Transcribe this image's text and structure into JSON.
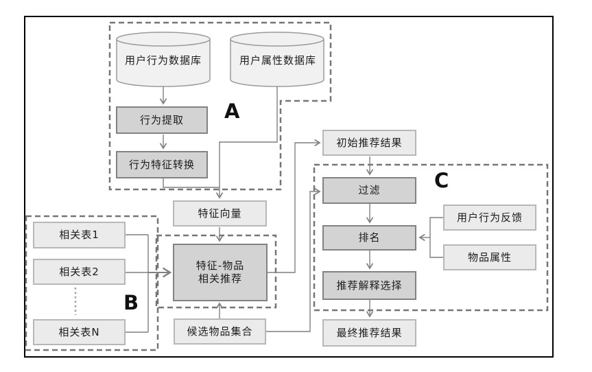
{
  "figure": {
    "section_labels": {
      "a": "A",
      "b": "B",
      "c": "C"
    },
    "databases": {
      "behavior_db": "用户行为数据库",
      "attribute_db": "用户属性数据库"
    },
    "process_nodes": {
      "behavior_extraction": "行为提取",
      "behavior_feature_transform": "行为特征转换",
      "feature_item_rec_line1": "特征-物品",
      "feature_item_rec_line2": "相关推荐",
      "filter": "过滤",
      "ranking": "排名",
      "explanation_selection": "推荐解释选择"
    },
    "data_nodes": {
      "feature_vector": "特征向量",
      "related_table_1": "相关表1",
      "related_table_2": "相关表2",
      "related_table_n": "相关表N",
      "candidate_item_set": "候选物品集合",
      "initial_rec_result": "初始推荐结果",
      "final_rec_result": "最终推荐结果",
      "user_behavior_feedback": "用户行为反馈",
      "item_attributes": "物品属性"
    },
    "colors": {
      "process_fill": "#d3d3d3",
      "process_border": "#828282",
      "data_fill": "#ebebeb",
      "data_border": "#b7b7b7",
      "cylinder_fill": "#f1f1f1",
      "connector": "#7f7f7f",
      "dashed_outline": "#757575",
      "frame_border": "#000000"
    }
  }
}
